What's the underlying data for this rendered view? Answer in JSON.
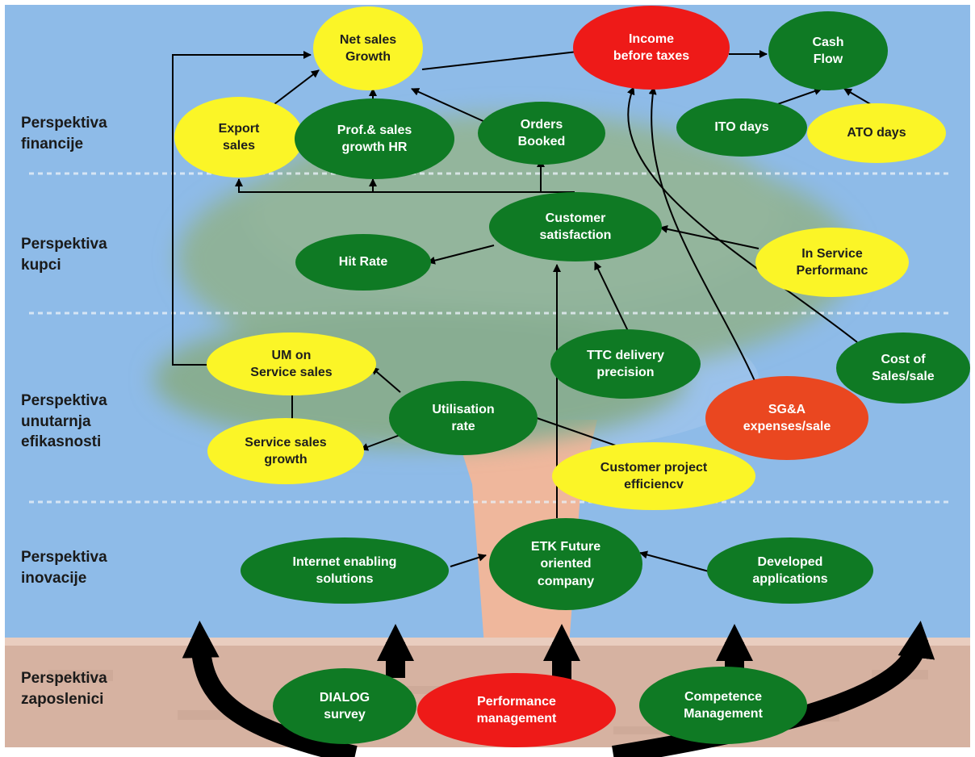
{
  "colors": {
    "green": "#0f7a24",
    "yellow": "#fbf527",
    "red": "#ee1a18",
    "orange": "#ea4720",
    "sky": "#8ebbe8",
    "tree_canopy": "#8fb29a",
    "trunk": "#efb79c",
    "soil": "#d6b2a1"
  },
  "perspectives": {
    "financije": "Perspektiva\nfinancije",
    "kupci": "Perspektiva\nkupci",
    "unutarnja_efikasnosti": "Perspektiva\nunutarnja\nefikasnosti",
    "inovacije": "Perspektiva\ninovacije",
    "zaposlenici": "Perspektiva\nzaposlenici"
  },
  "nodes": {
    "net_sales_growth": "Net sales\nGrowth",
    "income_before_taxes": "Income\nbefore taxes",
    "cash_flow": "Cash\nFlow",
    "export_sales": "Export\nsales",
    "prof_sales_growth_hr": "Prof.& sales\ngrowth HR",
    "orders_booked": "Orders\nBooked",
    "ito_days": "ITO days",
    "ato_days": "ATO days",
    "customer_satisfaction": "Customer\nsatisfaction",
    "hit_rate": "Hit Rate",
    "in_service_performance": "In Service\nPerformanc",
    "um_on_service_sales": "UM on\nService sales",
    "ttc_delivery_precision": "TTC delivery\nprecision",
    "cost_of_sales": "Cost of\nSales/sale",
    "utilisation_rate": "Utilisation\nrate",
    "sga_expenses": "SG&A\nexpenses/sale",
    "service_sales_growth": "Service sales\ngrowth",
    "customer_project_efficiency": "Customer project\nefficiencv",
    "internet_enabling": "Internet enabling\nsolutions",
    "etk_future": "ETK Future\noriented\ncompany",
    "developed_applications": "Developed\napplications",
    "dialog_survey": "DIALOG\nsurvey",
    "performance_management": "Performance\nmanagement",
    "competence_management": "Competence\nManagement"
  }
}
